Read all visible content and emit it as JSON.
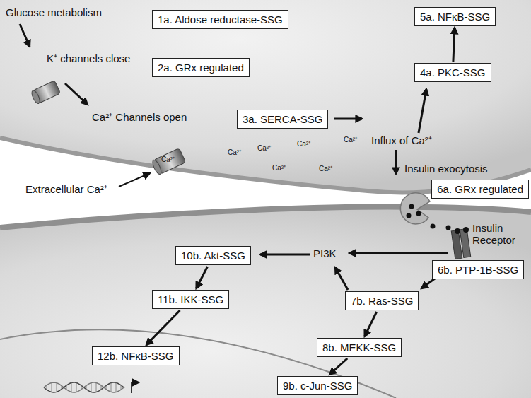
{
  "diagram": {
    "nodes": [
      {
        "text": [
          "1a. Aldose reductase-SSG"
        ]
      },
      {
        "text": [
          "2a. GRx regulated"
        ]
      },
      {
        "text": [
          "3a. SERCA-SSG"
        ]
      },
      {
        "text": [
          "4a. PKC-SSG"
        ]
      },
      {
        "text": [
          "5a. NFκB-SSG"
        ]
      },
      {
        "text": [
          "6a. GRx regulated"
        ]
      },
      {
        "text": [
          "6b. PTP-1B-SSG"
        ]
      },
      {
        "text": [
          "7b. Ras-SSG"
        ]
      },
      {
        "text": [
          "8b. MEKK-SSG"
        ]
      },
      {
        "text": [
          "9b. c-Jun-SSG"
        ]
      },
      {
        "text": [
          "10b. Akt-SSG"
        ]
      },
      {
        "text": [
          "11b. IKK-SSG"
        ]
      },
      {
        "text": [
          "12b. NFκB-SSG"
        ]
      }
    ],
    "edges": [
      {
        "from": 3,
        "to": 4,
        "arrow": "to"
      },
      {
        "from": 7,
        "to": 8,
        "arrow": "to"
      },
      {
        "from": 8,
        "to": 9,
        "arrow": "to"
      },
      {
        "from": 10,
        "to": 11,
        "arrow": "to"
      },
      {
        "from": 11,
        "to": 12,
        "arrow": "to"
      }
    ],
    "labels": [
      "Glucose metabolism",
      "K⁺ channels close",
      "Ca²⁺ Channels open",
      "Influx of Ca²⁺",
      "Insulin exocytosis",
      "Extracellular Ca²⁺",
      "Ca²⁺",
      "Ca²⁺",
      "Ca²⁺",
      "Ca²⁺",
      "Ca²⁺",
      "Ca²⁺",
      "Ca²⁺",
      "PI3K",
      "Insulin Receptor"
    ]
  }
}
